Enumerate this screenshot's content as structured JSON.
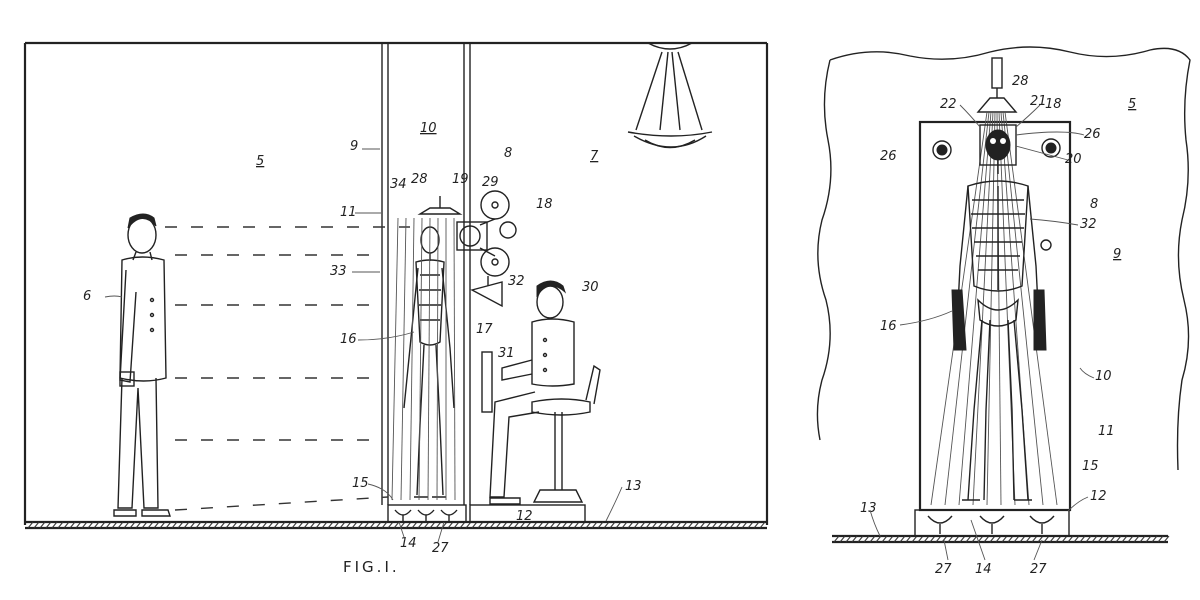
{
  "figure1": {
    "caption": "FIG.I.",
    "labels": {
      "l5": "5",
      "l6": "6",
      "l7": "7",
      "l8": "8",
      "l9": "9",
      "l10": "10",
      "l11": "11",
      "l12": "12",
      "l13": "13",
      "l14": "14",
      "l15": "15",
      "l16": "16",
      "l17": "17",
      "l18": "18",
      "l19": "19",
      "l27": "27",
      "l28": "28",
      "l29": "29",
      "l30": "30",
      "l31": "31",
      "l32": "32",
      "l33": "33",
      "l34": "34"
    }
  },
  "figure2": {
    "labels": {
      "l5": "5",
      "l8": "8",
      "l9": "9",
      "l10": "10",
      "l11": "11",
      "l12": "12",
      "l13": "13",
      "l14": "14",
      "l15": "15",
      "l16": "16",
      "l18": "18",
      "l20": "20",
      "l21": "21",
      "l22": "22",
      "l26a": "26",
      "l26b": "26",
      "l27a": "27",
      "l27b": "27",
      "l28": "28",
      "l32": "32"
    }
  }
}
